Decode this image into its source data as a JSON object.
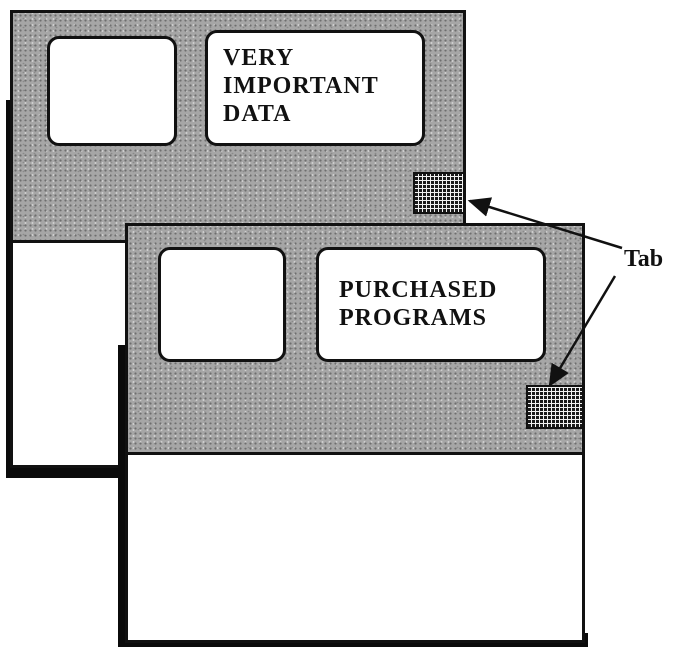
{
  "diagram": {
    "back_diskette": {
      "label_lines": [
        "VERY",
        "IMPORTANT",
        "DATA"
      ]
    },
    "front_diskette": {
      "label_lines": [
        "PURCHASED",
        "PROGRAMS"
      ]
    },
    "callout": {
      "text": "Tab"
    }
  }
}
